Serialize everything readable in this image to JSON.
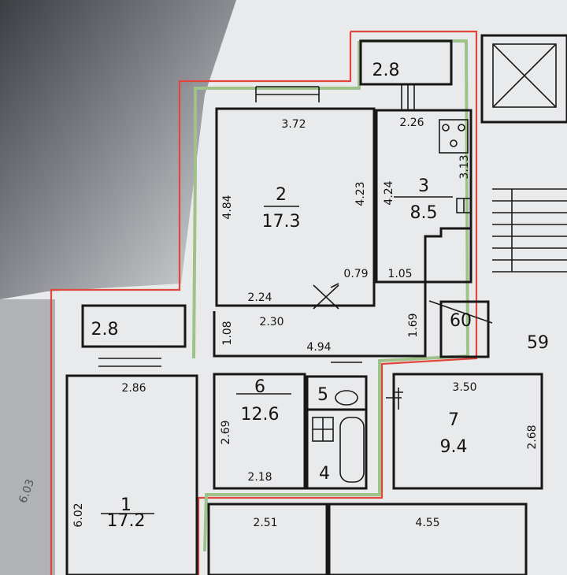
{
  "colors": {
    "apartment_outline": "#e0463a",
    "inner_highlight": "#9fc28a",
    "walls": "#171717",
    "paper": "#e9eaec",
    "shadow": "#3a3b40"
  },
  "rooms": {
    "r2": {
      "number": "2",
      "area": "17.3"
    },
    "r3": {
      "number": "3",
      "area": "8.5"
    },
    "r6": {
      "number": "6",
      "area": "12.6"
    },
    "r5": {
      "number": "5"
    },
    "r4": {
      "number": "4"
    },
    "r7": {
      "number": "7",
      "area": "9.4"
    },
    "r1": {
      "number": "1",
      "area": "17.2"
    },
    "balcony_top": {
      "number": "2.8"
    },
    "balcony_left": {
      "number": "2.8"
    },
    "n60": {
      "number": "60"
    },
    "n59": {
      "number": "59"
    }
  },
  "dimensions": {
    "d372": "3.72",
    "d226": "2.26",
    "d484": "4.84",
    "d423": "4.23",
    "d424": "4.24",
    "d313": "3.13",
    "d079": "0.79",
    "d105": "1.05",
    "d224": "2.24",
    "d230": "2.30",
    "d108": "1.08",
    "d494": "4.94",
    "d169": "1.69",
    "d286": "2.86",
    "d269": "2.69",
    "d218": "2.18",
    "d350": "3.50",
    "d268": "2.68",
    "d602": "6.02",
    "d251": "2.51",
    "d455": "4.55",
    "d603": "6.03"
  }
}
